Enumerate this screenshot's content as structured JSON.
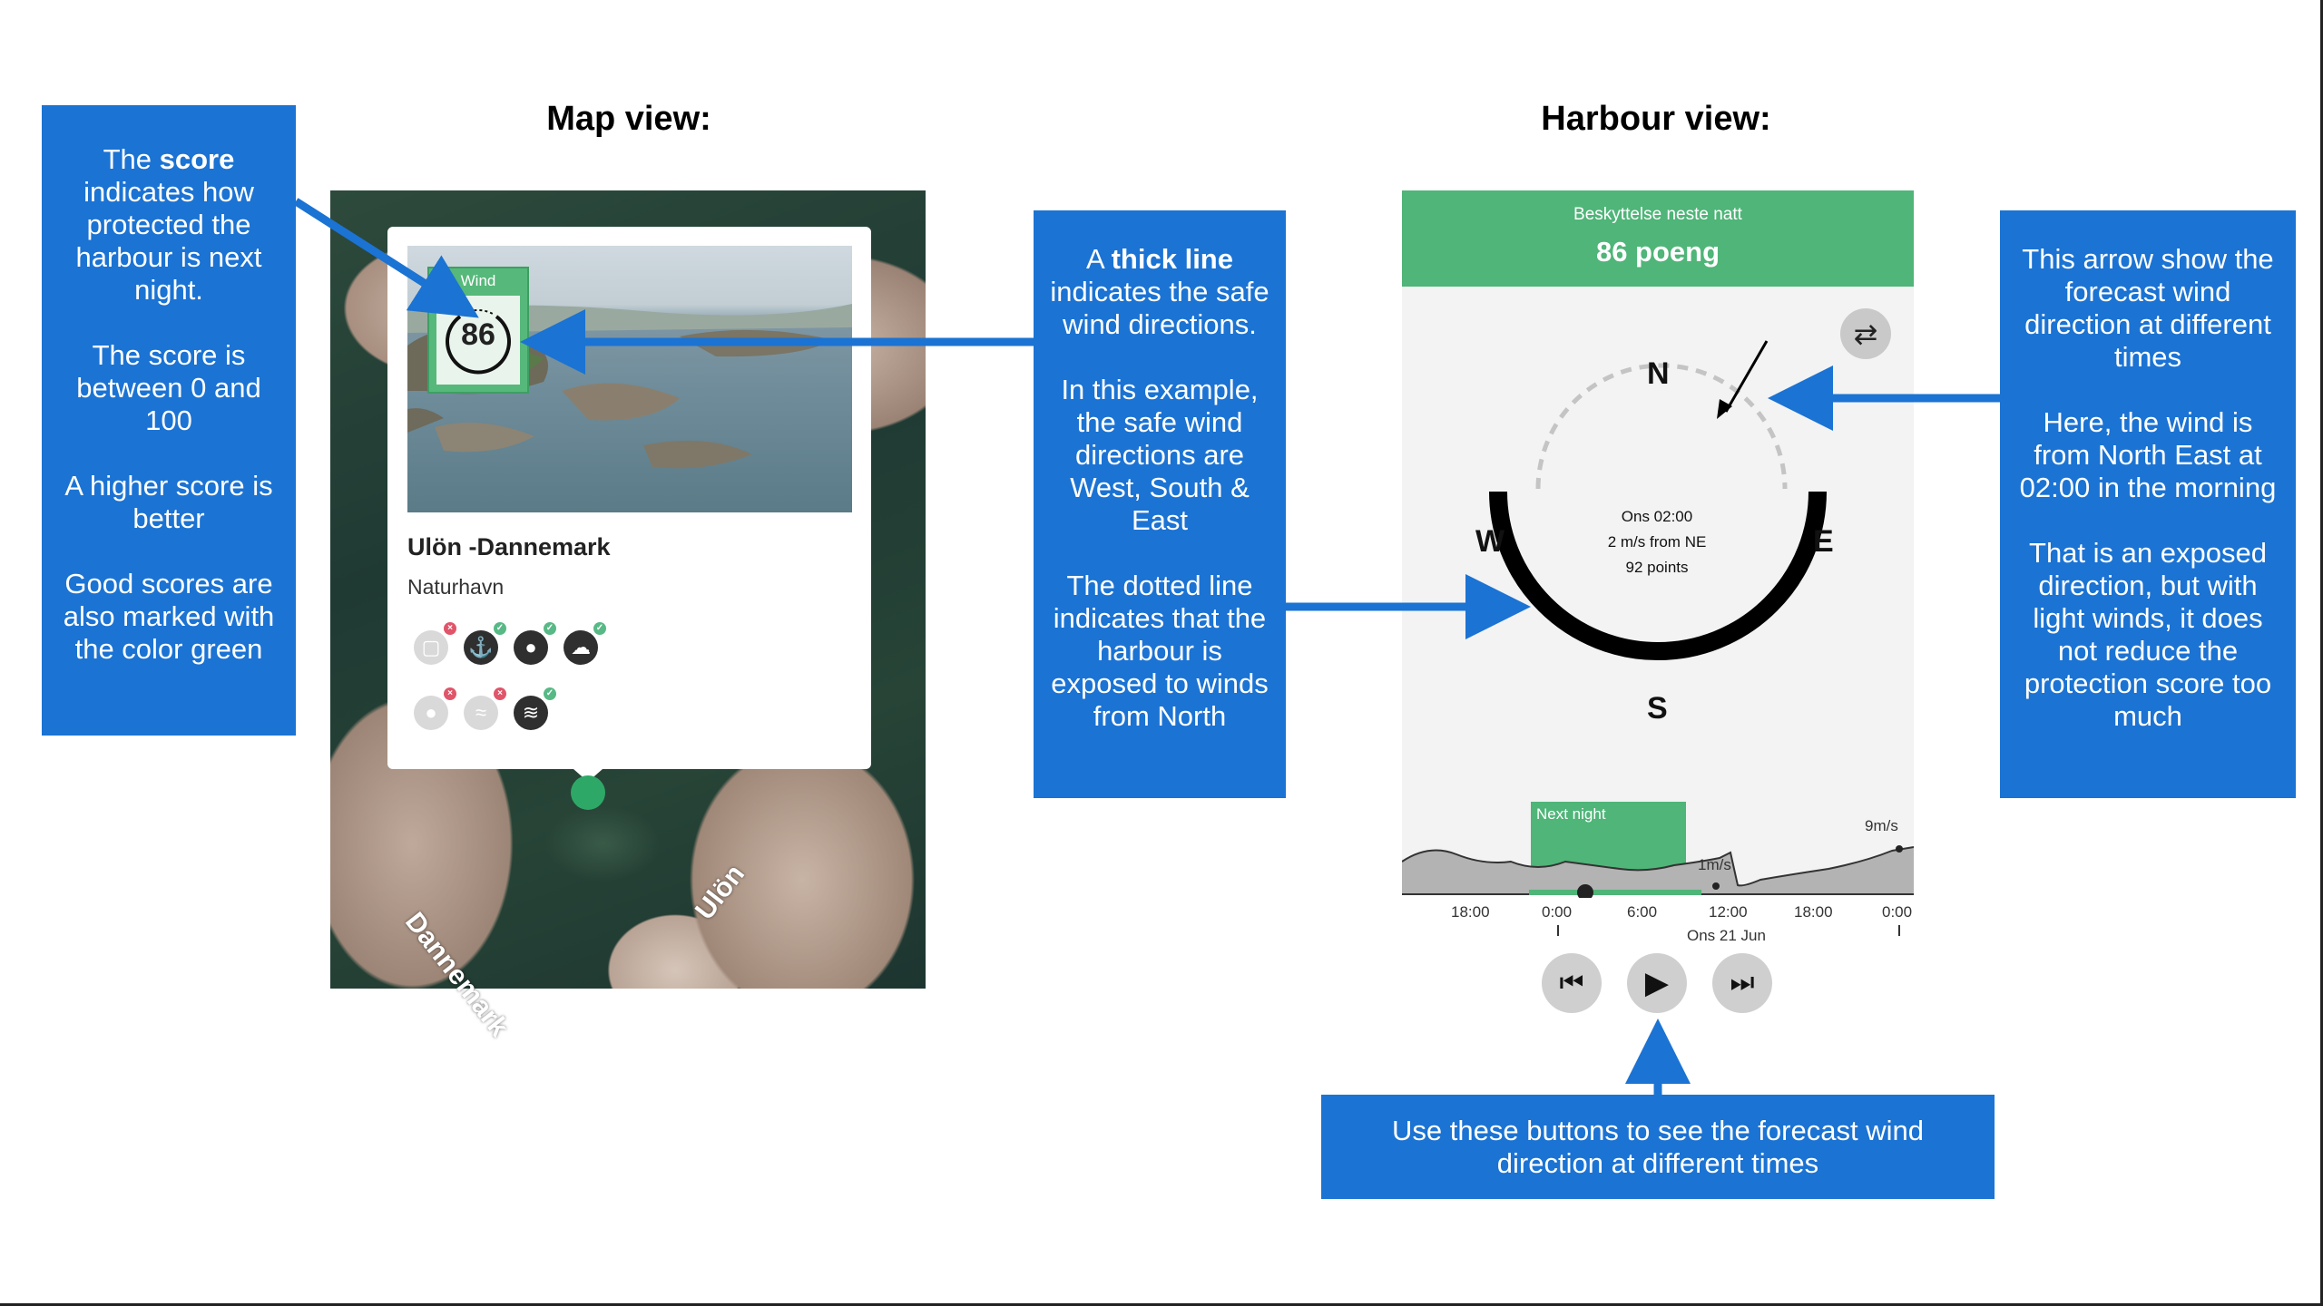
{
  "headings": {
    "map_view": "Map view:",
    "harbour_view": "Harbour view:"
  },
  "callouts": {
    "score": {
      "p1_pre": "The ",
      "p1_bold": "score",
      "p1_post": " indicates how protected the harbour is next night.",
      "p2": "The score is between 0 and 100",
      "p3": "A higher score is better",
      "p4": "Good scores are also marked with the color green"
    },
    "thick_line": {
      "p1_pre": "A ",
      "p1_bold": "thick line",
      "p1_post": " indicates the safe wind directions.",
      "p2": "In this example, the safe wind directions are West, South & East",
      "p3": "The dotted line indicates that the harbour is exposed to winds from North"
    },
    "arrow": {
      "p1": "This arrow show the forecast wind direction at different times",
      "p2": "Here, the wind is from North East at 02:00 in the morning",
      "p3": "That is an exposed direction, but with light winds, it does not reduce the protection score too much"
    },
    "buttons": {
      "p1": "Use these buttons to see the forecast wind direction at different times"
    }
  },
  "map_popup": {
    "wind_label": "Wind",
    "score": "86",
    "name": "Ulön -Dannemark",
    "type": "Naturhavn",
    "amenities_row1": [
      {
        "icon": "toilet-icon",
        "status": "x"
      },
      {
        "icon": "anchor-icon",
        "status": "ok"
      },
      {
        "icon": "bomb-icon",
        "status": "ok"
      },
      {
        "icon": "cloud-icon",
        "status": "ok"
      }
    ],
    "amenities_row2": [
      {
        "icon": "restroom-icon",
        "status": "x"
      },
      {
        "icon": "swim-icon",
        "status": "x"
      },
      {
        "icon": "harbour-icon",
        "status": "ok"
      }
    ],
    "map_labels": [
      "Dannemark",
      "Ulön"
    ]
  },
  "harbour": {
    "header_sub": "Beskyttelse neste natt",
    "header_main": "86 poeng",
    "compass": {
      "n": "N",
      "e": "E",
      "s": "S",
      "w": "W"
    },
    "info_time": "Ons 02:00",
    "info_wind": "2 m/s from NE",
    "info_points": "92 points",
    "timeline": {
      "next_night": "Next night",
      "max_label": "9m/s",
      "min_label": "1m/s",
      "ticks": [
        "18:00",
        "0:00",
        "6:00",
        "12:00",
        "18:00",
        "0:00"
      ],
      "date": "Ons 21 Jun"
    },
    "controls": [
      "skip-back",
      "play",
      "skip-forward"
    ]
  },
  "colors": {
    "callout_blue": "#1b73d3",
    "green": "#4fb578",
    "panel_bg": "#f3f3f3"
  }
}
